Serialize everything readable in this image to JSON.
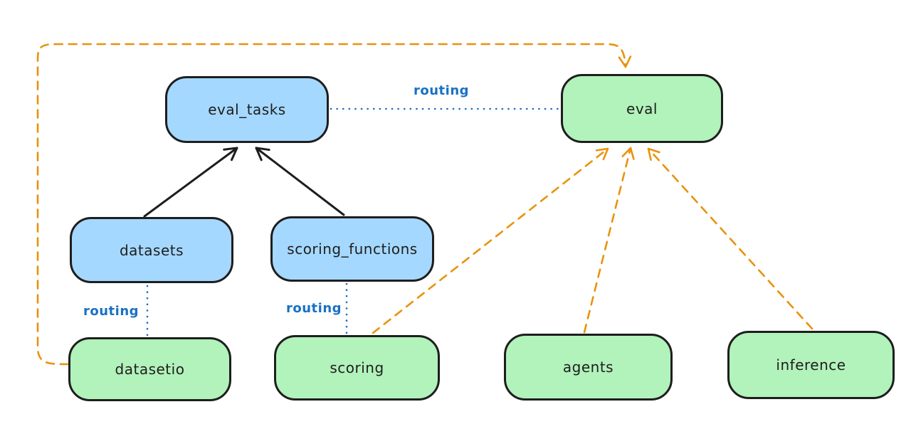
{
  "diagram": {
    "nodes": [
      {
        "id": "eval_tasks",
        "label": "eval_tasks",
        "kind": "resource",
        "color": "blue"
      },
      {
        "id": "eval",
        "label": "eval",
        "kind": "api",
        "color": "green"
      },
      {
        "id": "datasets",
        "label": "datasets",
        "kind": "resource",
        "color": "blue"
      },
      {
        "id": "scoring_functions",
        "label": "scoring_functions",
        "kind": "resource",
        "color": "blue"
      },
      {
        "id": "datasetio",
        "label": "datasetio",
        "kind": "api",
        "color": "green"
      },
      {
        "id": "scoring",
        "label": "scoring",
        "kind": "api",
        "color": "green"
      },
      {
        "id": "agents",
        "label": "agents",
        "kind": "api",
        "color": "green"
      },
      {
        "id": "inference",
        "label": "inference",
        "kind": "api",
        "color": "green"
      }
    ],
    "edges": [
      {
        "from": "datasets",
        "to": "eval_tasks",
        "style": "solid-black-arrow",
        "label": ""
      },
      {
        "from": "scoring_functions",
        "to": "eval_tasks",
        "style": "solid-black-arrow",
        "label": ""
      },
      {
        "from": "eval_tasks",
        "to": "eval",
        "style": "dotted-blue",
        "label": "routing"
      },
      {
        "from": "datasets",
        "to": "datasetio",
        "style": "dotted-blue",
        "label": "routing"
      },
      {
        "from": "scoring_functions",
        "to": "scoring",
        "style": "dotted-blue",
        "label": "routing"
      },
      {
        "from": "datasetio",
        "to": "eval",
        "style": "dashed-orange-arrow",
        "label": ""
      },
      {
        "from": "scoring",
        "to": "eval",
        "style": "dashed-orange-arrow",
        "label": ""
      },
      {
        "from": "agents",
        "to": "eval",
        "style": "dashed-orange-arrow",
        "label": ""
      },
      {
        "from": "inference",
        "to": "eval",
        "style": "dashed-orange-arrow",
        "label": ""
      }
    ]
  },
  "colors": {
    "blue_fill": "#a5d8ff",
    "green_fill": "#b2f2bb",
    "stroke": "#1e1e1e",
    "routing_blue": "#1971c2",
    "provider_orange": "#e8930c",
    "background": "#ffffff"
  }
}
